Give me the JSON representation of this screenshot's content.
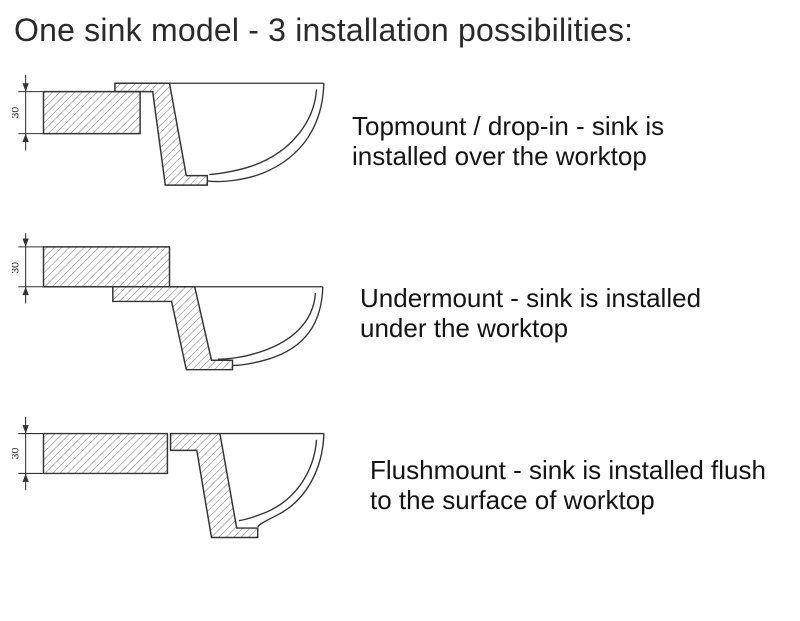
{
  "title": "One sink model - 3 installation possibilities:",
  "rows": [
    {
      "id": "topmount",
      "dimension": "30",
      "caption": "Topmount / drop-in - sink is installed over the worktop"
    },
    {
      "id": "undermount",
      "dimension": "30",
      "caption": "Undermount - sink is installed under the worktop"
    },
    {
      "id": "flushmount",
      "dimension": "30",
      "caption": "Flushmount - sink is installed flush to the surface of worktop"
    }
  ]
}
